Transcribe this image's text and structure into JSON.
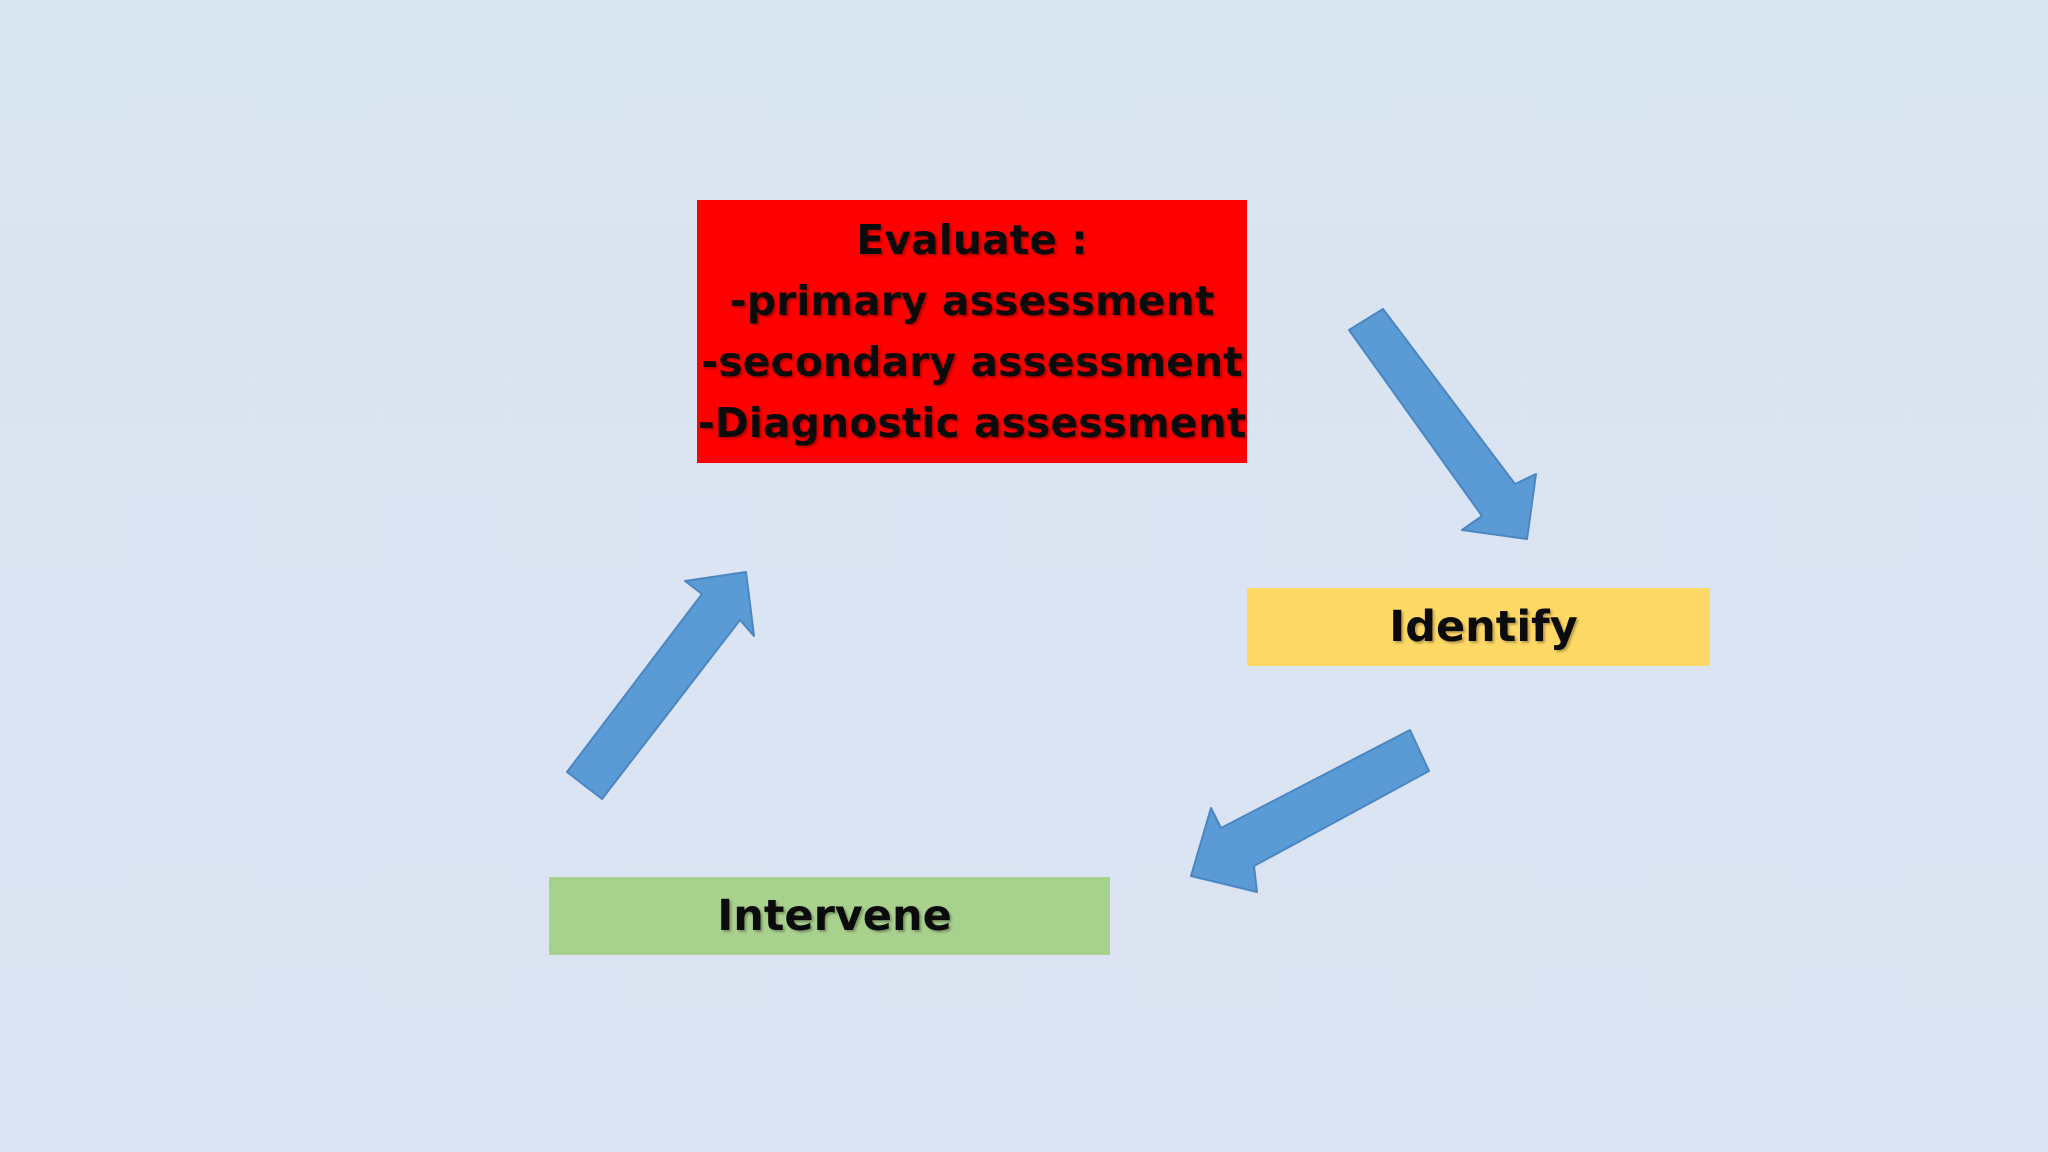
{
  "colors": {
    "background": "#dae3f1",
    "evaluate_fill": "#ff0000",
    "identify_fill": "#ffd966",
    "intervene_fill": "#a9d18e",
    "arrow_fill": "#5b9bd5",
    "arrow_stroke": "#4a86c2"
  },
  "evaluate": {
    "lines": [
      "Evaluate :",
      "-primary assessment",
      "-secondary assessment",
      "-Diagnostic assessment"
    ]
  },
  "identify": {
    "label": "Identify"
  },
  "intervene": {
    "label": "Intervene"
  }
}
